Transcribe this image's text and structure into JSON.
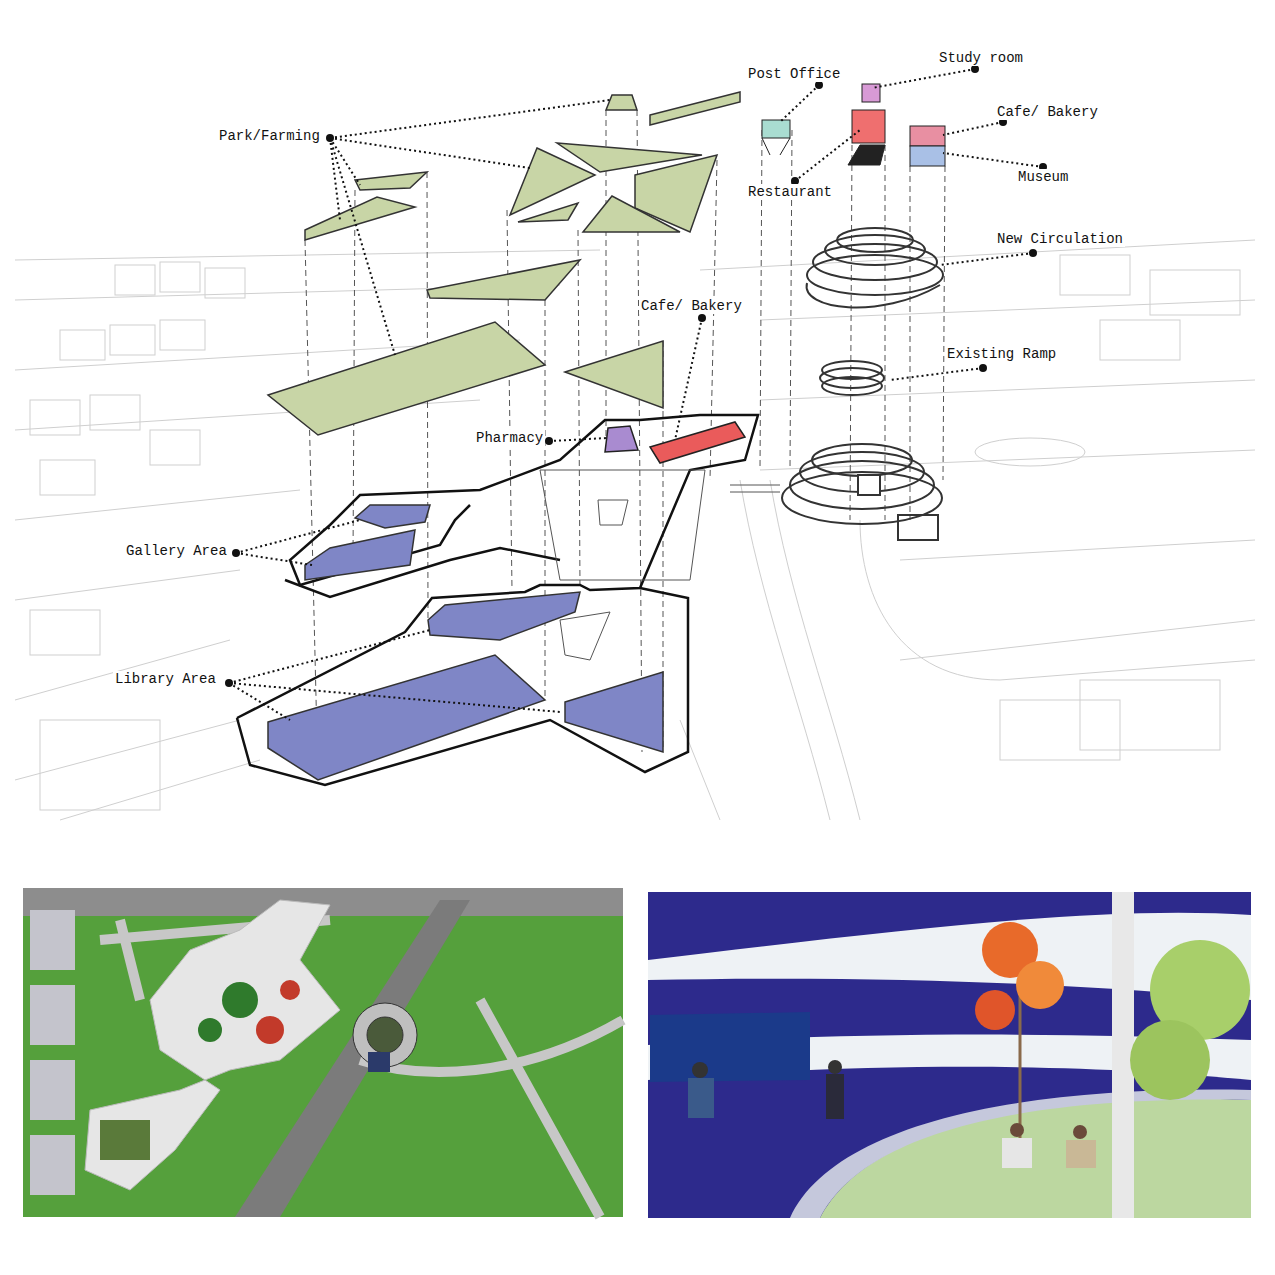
{
  "diagram": {
    "labels": [
      "Park/Farming",
      "Post Office",
      "Study room",
      "Cafe/ Bakery",
      "Museum",
      "Restaurant",
      "New Circulation",
      "Cafe/ Bakery",
      "Existing Ramp",
      "Pharmacy",
      "Gallery Area",
      "Library Area"
    ]
  }
}
